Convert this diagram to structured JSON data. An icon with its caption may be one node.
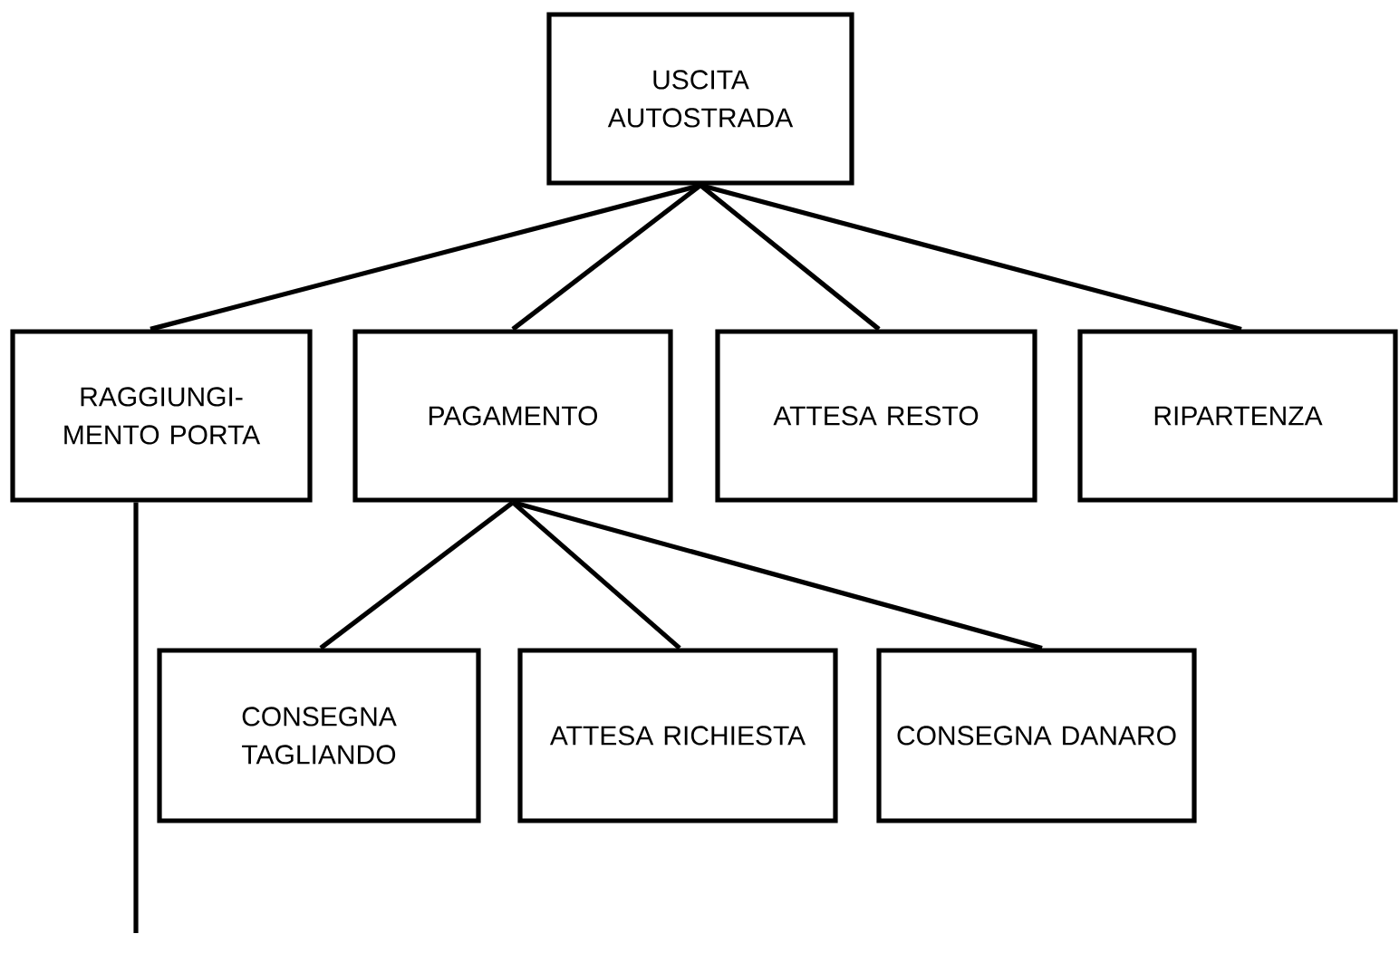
{
  "diagram": {
    "nodes": [
      {
        "text": [
          "USCITA AUTOSTRADA"
        ]
      },
      {
        "text": [
          "RAGGIUNGI- MENTO PORTA"
        ]
      },
      {
        "text": [
          "PAGAMENTO"
        ]
      },
      {
        "text": [
          "ATTESA RESTO"
        ]
      },
      {
        "text": [
          "RIPARTENZA"
        ]
      },
      {
        "text": [
          "CONSEGNA TAGLIANDO"
        ]
      },
      {
        "text": [
          "ATTESA RICHIESTA"
        ]
      },
      {
        "text": [
          "CONSEGNA DANARO"
        ]
      }
    ],
    "edges": [
      {
        "from": 0,
        "to": 1,
        "arrow": "none"
      },
      {
        "from": 0,
        "to": 2,
        "arrow": "none"
      },
      {
        "from": 0,
        "to": 3,
        "arrow": "none"
      },
      {
        "from": 0,
        "to": 4,
        "arrow": "none"
      },
      {
        "from": 2,
        "to": 5,
        "arrow": "none"
      },
      {
        "from": 2,
        "to": 6,
        "arrow": "none"
      },
      {
        "from": 2,
        "to": 7,
        "arrow": "none"
      },
      {
        "from": 1,
        "to": null,
        "arrow": "none"
      }
    ]
  }
}
